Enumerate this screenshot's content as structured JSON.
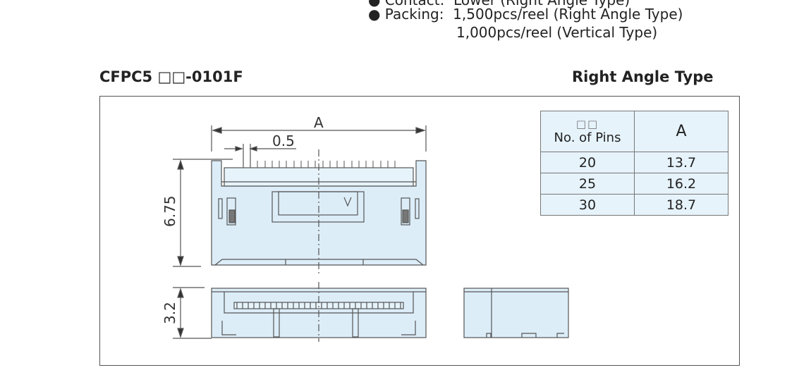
{
  "specs": {
    "contact_line": "● Contact:  Lower (Right Angle Type)",
    "packing_line": "● Packing:  1,500pcs/reel (Right Angle Type)",
    "packing_line2": "1,000pcs/reel (Vertical Type)"
  },
  "part_number": "CFPC5 □□-0101F",
  "type_title": "Right Angle Type",
  "drawing": {
    "dim_A": "A",
    "dim_pitch": "0.5",
    "dim_height": "6.75",
    "dim_depth": "3.2"
  },
  "table": {
    "header_squares": "□□",
    "header_pins": "No. of Pins",
    "header_A": "A",
    "rows": [
      {
        "pins": "20",
        "a": "13.7"
      },
      {
        "pins": "25",
        "a": "16.2"
      },
      {
        "pins": "30",
        "a": "18.7"
      }
    ]
  },
  "colors": {
    "body": "#dcedf8",
    "line": "#555555"
  }
}
